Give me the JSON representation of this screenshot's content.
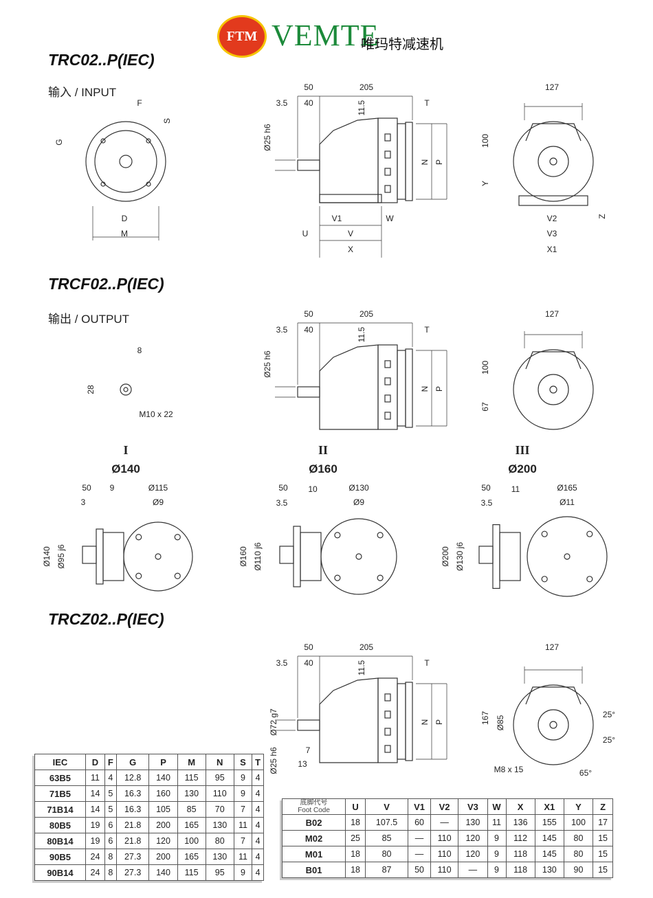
{
  "header": {
    "logo_text": "FTM",
    "brand": "VEMTE",
    "brand_cn": "唯玛特减速机"
  },
  "sections": {
    "trc": {
      "title": "TRC02..P(IEC)",
      "subtitle": "输入 / INPUT"
    },
    "trcf": {
      "title": "TRCF02..P(IEC)",
      "subtitle": "输出 / OUTPUT"
    },
    "trcz": {
      "title": "TRCZ02..P(IEC)"
    }
  },
  "input_flange": {
    "labels": [
      "F",
      "S",
      "G",
      "D",
      "M"
    ]
  },
  "side1": {
    "labels": [
      "50",
      "205",
      "3.5",
      "40",
      "11.5",
      "T",
      "Ø25 h6",
      "N",
      "P",
      "V1",
      "W",
      "U",
      "V",
      "X"
    ]
  },
  "end1": {
    "labels": [
      "127",
      "100",
      "Y",
      "Z",
      "V2",
      "V3",
      "X1"
    ]
  },
  "output_shaft": {
    "labels": [
      "8",
      "28",
      "M10 x 22"
    ]
  },
  "side2": {
    "labels": [
      "50",
      "205",
      "3.5",
      "40",
      "11.5",
      "T",
      "Ø25 h6",
      "N",
      "P"
    ]
  },
  "end2": {
    "labels": [
      "127",
      "100",
      "67"
    ]
  },
  "flanges": [
    {
      "roman": "I",
      "size": "Ø140",
      "labels": [
        "50",
        "9",
        "3",
        "Ø115",
        "Ø9",
        "Ø140",
        "Ø95 j6"
      ]
    },
    {
      "roman": "II",
      "size": "Ø160",
      "labels": [
        "50",
        "10",
        "3.5",
        "Ø130",
        "Ø9",
        "Ø160",
        "Ø110 j6"
      ]
    },
    {
      "roman": "III",
      "size": "Ø200",
      "labels": [
        "50",
        "11",
        "3.5",
        "Ø165",
        "Ø11",
        "Ø200",
        "Ø130 j6"
      ]
    }
  ],
  "side3": {
    "labels": [
      "50",
      "205",
      "3.5",
      "40",
      "11.5",
      "T",
      "Ø72 g7",
      "Ø25 h6",
      "7",
      "13",
      "N",
      "P"
    ]
  },
  "end3": {
    "labels": [
      "127",
      "167",
      "Ø85",
      "25°",
      "25°",
      "M8 x 15",
      "65°"
    ]
  },
  "iec_table": {
    "headers": [
      "IEC",
      "D",
      "F",
      "G",
      "P",
      "M",
      "N",
      "S",
      "T"
    ],
    "rows": [
      [
        "63B5",
        "11",
        "4",
        "12.8",
        "140",
        "115",
        "95",
        "9",
        "4"
      ],
      [
        "71B5",
        "14",
        "5",
        "16.3",
        "160",
        "130",
        "110",
        "9",
        "4"
      ],
      [
        "71B14",
        "14",
        "5",
        "16.3",
        "105",
        "85",
        "70",
        "7",
        "4"
      ],
      [
        "80B5",
        "19",
        "6",
        "21.8",
        "200",
        "165",
        "130",
        "11",
        "4"
      ],
      [
        "80B14",
        "19",
        "6",
        "21.8",
        "120",
        "100",
        "80",
        "7",
        "4"
      ],
      [
        "90B5",
        "24",
        "8",
        "27.3",
        "200",
        "165",
        "130",
        "11",
        "4"
      ],
      [
        "90B14",
        "24",
        "8",
        "27.3",
        "140",
        "115",
        "95",
        "9",
        "4"
      ]
    ]
  },
  "foot_table": {
    "header_cn": "底脚代号",
    "header_en": "Foot Code",
    "headers": [
      "U",
      "V",
      "V1",
      "V2",
      "V3",
      "W",
      "X",
      "X1",
      "Y",
      "Z"
    ],
    "rows": [
      [
        "B02",
        "18",
        "107.5",
        "60",
        "—",
        "130",
        "11",
        "136",
        "155",
        "100",
        "17"
      ],
      [
        "M02",
        "25",
        "85",
        "—",
        "110",
        "120",
        "9",
        "112",
        "145",
        "80",
        "15"
      ],
      [
        "M01",
        "18",
        "80",
        "—",
        "110",
        "120",
        "9",
        "118",
        "145",
        "80",
        "15"
      ],
      [
        "B01",
        "18",
        "87",
        "50",
        "110",
        "—",
        "9",
        "118",
        "130",
        "90",
        "15"
      ]
    ]
  }
}
